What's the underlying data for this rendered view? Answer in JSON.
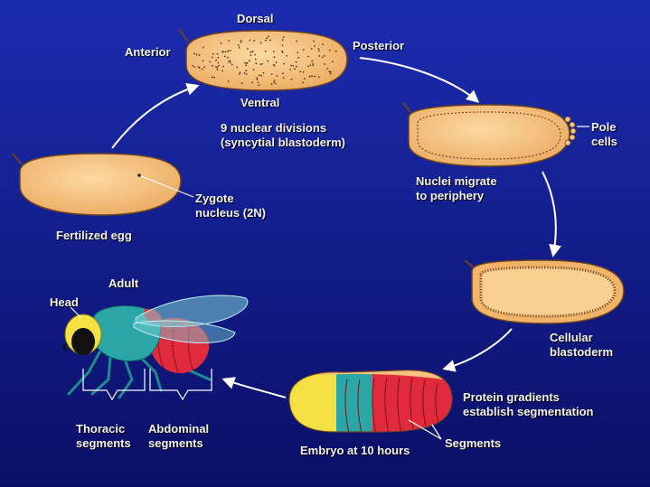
{
  "labels": {
    "dorsal": "Dorsal",
    "anterior": "Anterior",
    "posterior": "Posterior",
    "ventral": "Ventral",
    "nuclear_divisions": [
      "9 nuclear divisions",
      "(syncytial blastoderm)"
    ],
    "pole_cells": [
      "Pole",
      "cells"
    ],
    "nuclei_migrate": [
      "Nuclei migrate",
      "to periphery"
    ],
    "zygote_nucleus": [
      "Zygote",
      "nucleus (2N)"
    ],
    "fertilized_egg": "Fertilized egg",
    "cellular_blastoderm": [
      "Cellular",
      "blastoderm"
    ],
    "adult": "Adult",
    "head": "Head",
    "protein_gradients": [
      "Protein gradients",
      "establish segmentation"
    ],
    "segments": "Segments",
    "embryo_10h": "Embryo at 10 hours",
    "thoracic_segments": [
      "Thoracic",
      "segments"
    ],
    "abdominal_segments": [
      "Abdominal",
      "segments"
    ]
  },
  "colors": {
    "background_top": "#1c2cb0",
    "background_bottom": "#0a0f66",
    "egg_fill": "#f7c27f",
    "egg_stroke": "#6a4320",
    "arrow": "#ffffff",
    "head_yellow": "#f4e043",
    "thorax_teal": "#2aa6a6",
    "abdomen_red": "#e12a3c"
  }
}
